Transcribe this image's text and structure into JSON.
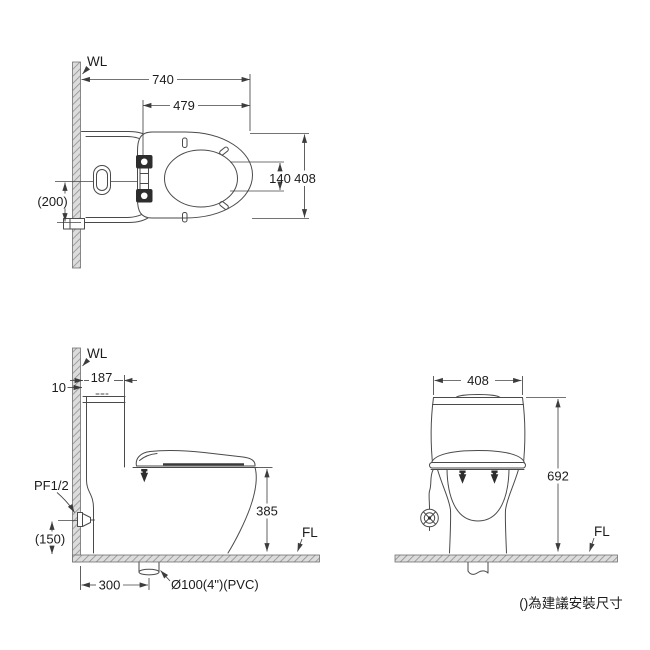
{
  "note": {
    "text": "()為建議安裝尺寸"
  },
  "top_view": {
    "wall_label": "WL",
    "dim_overall_depth": "740",
    "dim_seat_depth": "479",
    "dim_inner_width": "140",
    "dim_overall_width": "408",
    "dim_supply_offset": "(200)"
  },
  "side_view": {
    "wall_label": "WL",
    "floor_label": "FL",
    "supply_label": "PF1/2",
    "dim_tank_depth": "187",
    "dim_wall_gap": "10",
    "dim_seat_height": "385",
    "dim_supply_height": "(150)",
    "dim_drain_offset": "300",
    "drain_label": "Ø100(4\")(PVC)"
  },
  "front_view": {
    "floor_label": "FL",
    "dim_width": "408",
    "dim_height": "692"
  },
  "colors": {
    "line": "#4a4a4a",
    "text": "#1c1c1c",
    "hatch_fill": "#dcdcdc",
    "hatch_line": "#8f8f8f",
    "background": "#ffffff"
  }
}
